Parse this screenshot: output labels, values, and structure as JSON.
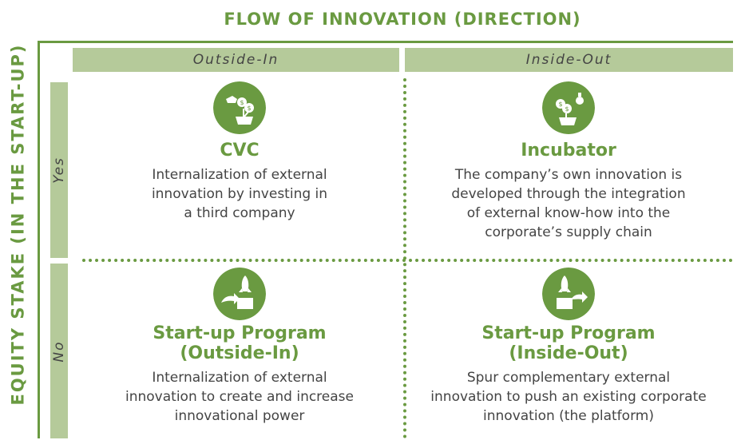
{
  "colors": {
    "accent": "#6a9a41",
    "header_fill": "#b5ca9a",
    "text": "#444444"
  },
  "title_top": "FLOW OF INNOVATION (DIRECTION)",
  "title_side": "EQUITY STAKE (IN THE START-UP)",
  "columns": [
    "Outside-In",
    "Inside-Out"
  ],
  "rows": [
    "Yes",
    "No"
  ],
  "cells": [
    {
      "icon": "money-plant-watering-icon",
      "title": "CVC",
      "desc": [
        "Internalization of external",
        "innovation by investing in",
        "a third company"
      ]
    },
    {
      "icon": "money-plant-lightbulb-icon",
      "title": "Incubator",
      "desc": [
        "The company’s own innovation is",
        "developed through the integration",
        "of external know-how into the",
        "corporate’s supply chain"
      ]
    },
    {
      "icon": "rocket-box-in-icon",
      "title": "Start-up Program\n(Outside-In)",
      "desc": [
        "Internalization of external",
        "innovation to create and increase",
        "innovational power"
      ]
    },
    {
      "icon": "rocket-box-out-icon",
      "title": "Start-up Program\n(Inside-Out)",
      "desc": [
        "Spur complementary external",
        "innovation to push an existing corporate",
        "innovation (the platform)"
      ]
    }
  ]
}
